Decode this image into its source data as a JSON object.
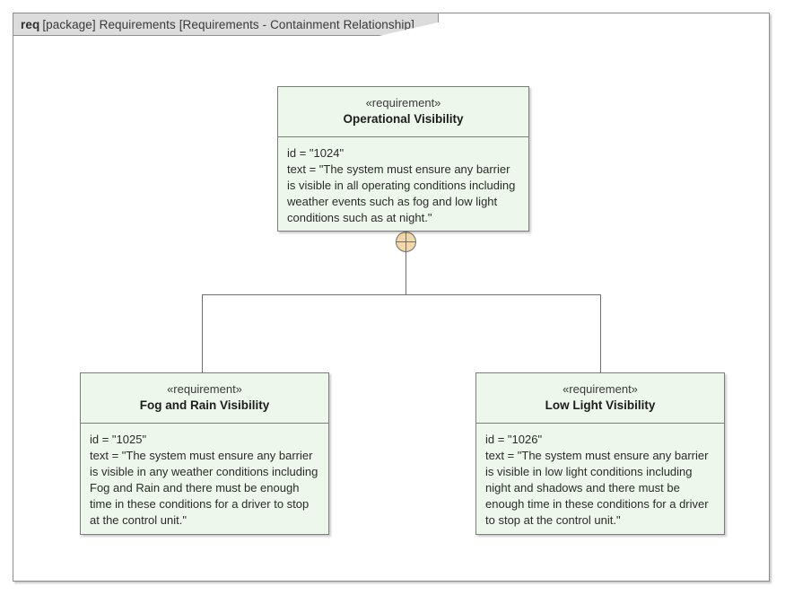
{
  "frame": {
    "kind": "req",
    "label": "[package] Requirements [Requirements - Containment Relationship]"
  },
  "colors": {
    "block_fill": "#eef7ec",
    "block_border": "#7d7d7d",
    "frame_border": "#8d8d8d",
    "tab_fill": "#dcdcdc",
    "connector": "#6f6f6f",
    "containment_fill": "#f2d7a8"
  },
  "blocks": {
    "parent": {
      "stereotype": "«requirement»",
      "name": "Operational Visibility",
      "id_line": "id = \"1024\"",
      "text_line": "text = \"The system must ensure any barrier is visible in all operating conditions including weather events such as fog and low light conditions such as at night.\""
    },
    "child_left": {
      "stereotype": "«requirement»",
      "name": "Fog and Rain Visibility",
      "id_line": "id = \"1025\"",
      "text_line": "text = \"The system must ensure any barrier is visible in any weather conditions including Fog and Rain and there must be enough time in these conditions for a driver to stop at the control unit.\""
    },
    "child_right": {
      "stereotype": "«requirement»",
      "name": "Low Light Visibility",
      "id_line": "id = \"1026\"",
      "text_line": "text = \"The system must ensure any barrier is visible in low light conditions including night and shadows and there must be enough time in these conditions for a driver to stop at the control unit.\""
    }
  },
  "relationship": {
    "type": "containment",
    "symbol": "crosshair-circle"
  }
}
